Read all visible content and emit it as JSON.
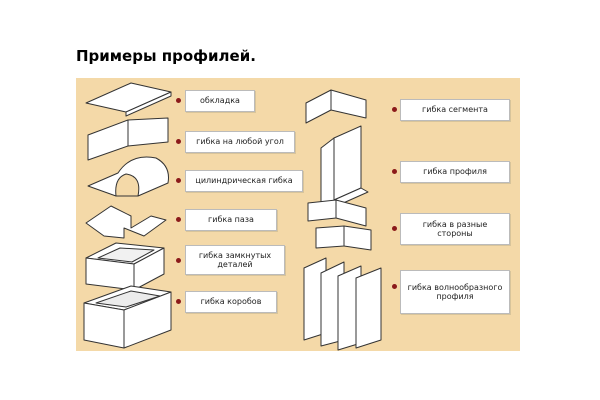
{
  "title": "Примеры профилей.",
  "colors": {
    "panel": "#f4d9a8",
    "bullet": "#8b1a1a",
    "label_bg": "#ffffff"
  },
  "labels_left": [
    {
      "text": "обкладка"
    },
    {
      "text": "гибка на любой угол"
    },
    {
      "text": "цилиндрическая гибка"
    },
    {
      "text": "гибка паза"
    },
    {
      "text": "гибка замкнутых деталей"
    },
    {
      "text": "гибка коробов"
    }
  ],
  "labels_right": [
    {
      "text": "гибка сегмента"
    },
    {
      "text": "гибка профиля"
    },
    {
      "text": "гибка в разные стороны"
    },
    {
      "text": "гибка волнообразного профиля"
    }
  ]
}
